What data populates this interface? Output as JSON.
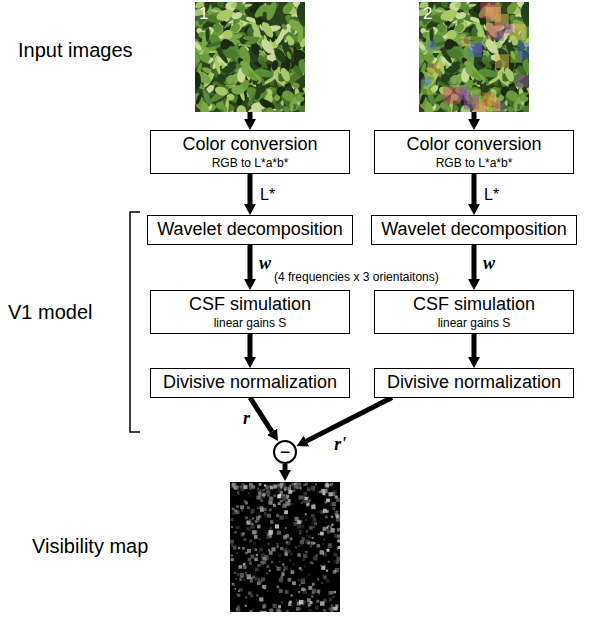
{
  "diagram": {
    "nodes": [
      {
        "text": [
          "1"
        ]
      },
      {
        "text": [
          "2"
        ]
      },
      {
        "text": [
          "Color conversion",
          "RGB to L*a*b*"
        ]
      },
      {
        "text": [
          "Color conversion",
          "RGB to L*a*b*"
        ]
      },
      {
        "text": [
          "Wavelet decomposition"
        ]
      },
      {
        "text": [
          "Wavelet decomposition"
        ]
      },
      {
        "text": [
          "CSF simulation",
          "linear gains S"
        ]
      },
      {
        "text": [
          "CSF simulation",
          "linear gains S"
        ]
      },
      {
        "text": [
          "Divisive normalization"
        ]
      },
      {
        "text": [
          "Divisive normalization"
        ]
      },
      {
        "text": [
          "−"
        ]
      }
    ],
    "edges": [
      {
        "from": 0,
        "to": 2,
        "arrow": "to"
      },
      {
        "from": 1,
        "to": 3,
        "arrow": "to"
      },
      {
        "from": 2,
        "to": 4,
        "label": "L*",
        "arrow": "to"
      },
      {
        "from": 3,
        "to": 5,
        "label": "L*",
        "arrow": "to"
      },
      {
        "from": 4,
        "to": 6,
        "label": "w",
        "arrow": "to"
      },
      {
        "from": 5,
        "to": 7,
        "label": "w",
        "arrow": "to"
      },
      {
        "from": 6,
        "to": 8,
        "arrow": "to"
      },
      {
        "from": 7,
        "to": 9,
        "arrow": "to"
      },
      {
        "from": 8,
        "to": 10,
        "label": "r",
        "arrow": "to"
      },
      {
        "from": 9,
        "to": 10,
        "label": "r'",
        "arrow": "to"
      }
    ],
    "labels": [
      "Input images",
      "V1 model",
      "(4 frequencies x 3 orientaitons)",
      "Visibility map"
    ]
  }
}
